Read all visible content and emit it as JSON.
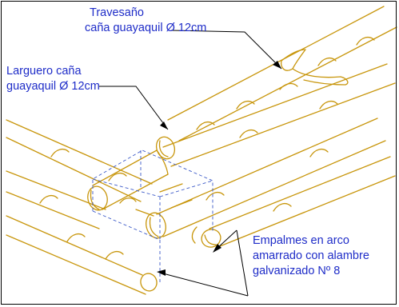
{
  "labels": {
    "travesano": {
      "line1": "Travesaño",
      "line2": "caña guayaquil Ø 12cm"
    },
    "larguero": {
      "line1": "Larguero caña",
      "line2": "guayaquil Ø 12cm"
    },
    "empalmes": {
      "line1": "Empalmes en arco",
      "line2": "amarrado con alambre",
      "line3": "galvanizado Nº 8"
    }
  },
  "colors": {
    "bamboo": "#C8960C",
    "label_text": "#1E2CC8",
    "leader": "#000000",
    "hidden_box": "#3C5AC8",
    "frame": "#000000",
    "background": "#FFFFFF"
  }
}
